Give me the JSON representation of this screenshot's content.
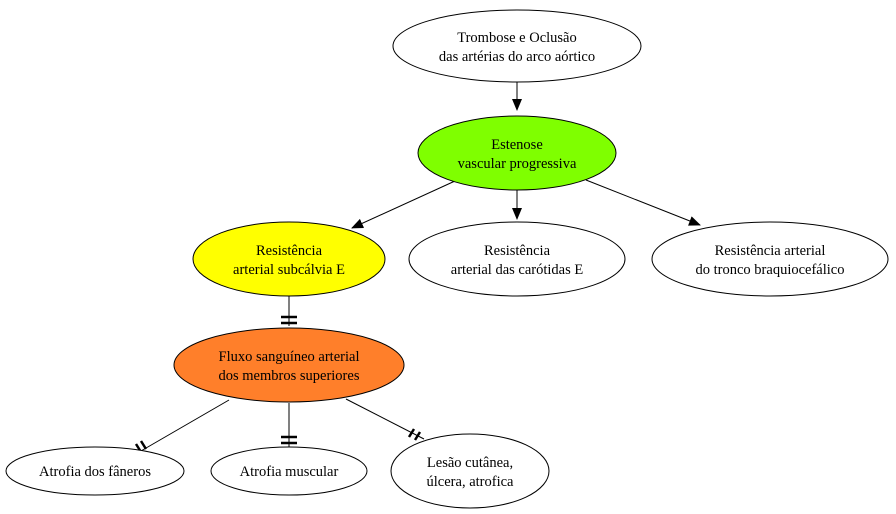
{
  "colors": {
    "green": "#7fff00",
    "yellow": "#ffff00",
    "orange": "#ff7f2a",
    "white": "#ffffff",
    "stroke": "#000000"
  },
  "nodes": {
    "trombose": {
      "line1": "Trombose e Oclusão",
      "line2": "das artérias do arco aórtico"
    },
    "estenose": {
      "line1": "Estenose",
      "line2": "vascular progressiva"
    },
    "subclavia": {
      "line1": "Resistência",
      "line2": "arterial subcálvia E"
    },
    "carotidas": {
      "line1": "Resistência",
      "line2": "arterial das carótidas E"
    },
    "tronco": {
      "line1": "Resistência arterial",
      "line2": "do tronco braquiocefálico"
    },
    "fluxo": {
      "line1": "Fluxo sanguíneo arterial",
      "line2": "dos membros superiores"
    },
    "faneros": {
      "line1": "Atrofia dos fâneros"
    },
    "muscular": {
      "line1": "Atrofia muscular"
    },
    "lesao": {
      "line1": "Lesão cutânea,",
      "line2": "úlcera, atrofica"
    }
  }
}
